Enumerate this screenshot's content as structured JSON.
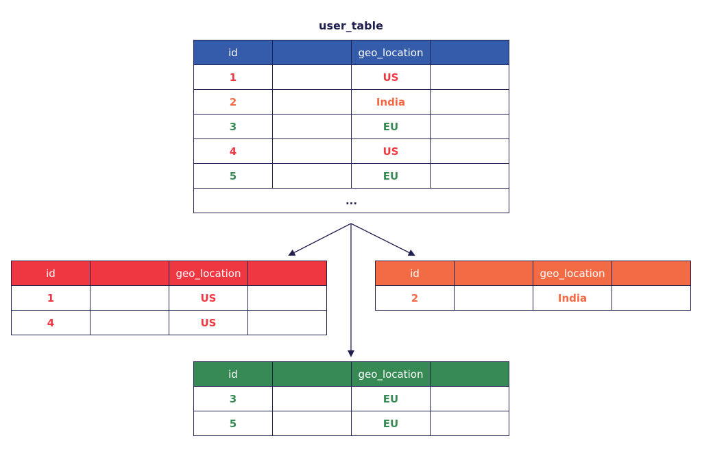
{
  "source": {
    "caption": "user_table",
    "columns": [
      "id",
      "",
      "geo_location",
      ""
    ],
    "rows": [
      {
        "id": "1",
        "geo": "US"
      },
      {
        "id": "2",
        "geo": "India"
      },
      {
        "id": "3",
        "geo": "EU"
      },
      {
        "id": "4",
        "geo": "US"
      },
      {
        "id": "5",
        "geo": "EU"
      }
    ],
    "ellipsis": "..."
  },
  "partition_us": {
    "columns": [
      "id",
      "",
      "geo_location",
      ""
    ],
    "rows": [
      {
        "id": "1",
        "geo": "US"
      },
      {
        "id": "4",
        "geo": "US"
      }
    ]
  },
  "partition_india": {
    "columns": [
      "id",
      "",
      "geo_location",
      ""
    ],
    "rows": [
      {
        "id": "2",
        "geo": "India"
      }
    ]
  },
  "partition_eu": {
    "columns": [
      "id",
      "",
      "geo_location",
      ""
    ],
    "rows": [
      {
        "id": "3",
        "geo": "EU"
      },
      {
        "id": "5",
        "geo": "EU"
      }
    ]
  },
  "colors": {
    "us": "#ef3742",
    "india": "#f36b44",
    "eu": "#388a55",
    "header_main": "#345caa",
    "border": "#1f2050"
  }
}
